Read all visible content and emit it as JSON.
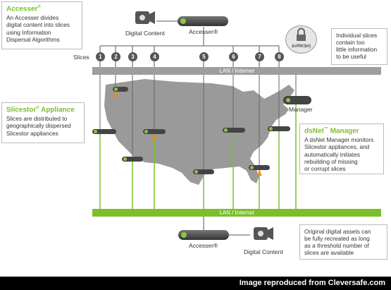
{
  "accesser_box": {
    "title": "Accesser",
    "mark": "®",
    "body": [
      "An Accesser divides",
      "digital content into slices",
      "using Information",
      "Dispersal Algorithms"
    ]
  },
  "slicestor_box": {
    "title": "Slicestor",
    "mark": "®",
    "title_suffix": " Appliance",
    "body": [
      "Slices are distributed to",
      "geographically dispersed",
      "Slicestor appliances"
    ]
  },
  "manager_box": {
    "title": "dsNet",
    "mark": "™",
    "title_suffix": " Manager",
    "body": [
      "A dsNet Manager monitors",
      "Slicestor appliances, and",
      "automatically initiates",
      "rebuilding of missing",
      "or corrupt slices"
    ]
  },
  "slices_box": {
    "body": [
      "Individual slices",
      "contain too",
      "little information",
      "to be useful"
    ]
  },
  "original_box": {
    "body": [
      "Original digital assets can",
      "be fully recreated as long",
      "as a threshold number of",
      "slices are available"
    ]
  },
  "labels": {
    "digital_content_top": "Digital Content",
    "accesser_top": "Accesser®",
    "slices": "Slices",
    "manager": "Manager",
    "accesser_bottom": "Accesser®",
    "digital_content_bottom": "Digital Content",
    "lock_text": "&#RK$#}"
  },
  "lan_top": "LAN / Internet",
  "lan_bottom": "LAN / Internet",
  "slice_numbers": [
    "1",
    "2",
    "3",
    "4",
    "5",
    "6",
    "7",
    "8"
  ],
  "footer": "Image reproduced from Cleversafe.com",
  "colors": {
    "green": "#7cbf2a",
    "grey_bar": "#9e9e9e",
    "map": "#9a9a9a",
    "person": "#f08a00"
  }
}
